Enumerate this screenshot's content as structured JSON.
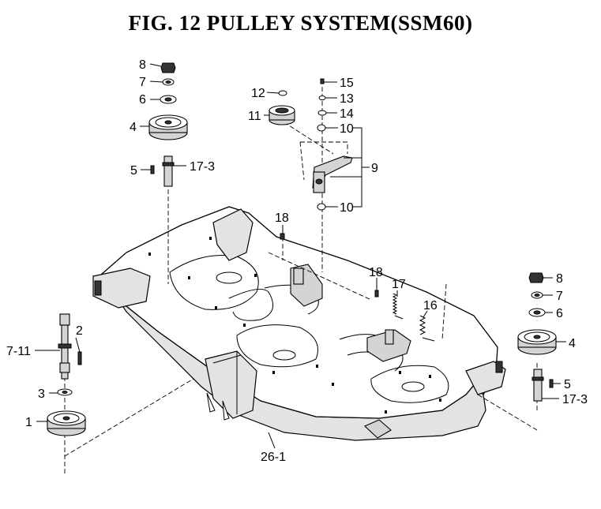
{
  "title": "FIG. 12  PULLEY SYSTEM(SSM60)",
  "callouts": {
    "c8a": "8",
    "c7a": "7",
    "c6a": "6",
    "c4a": "4",
    "c5a": "5",
    "c173a": "17-3",
    "c12": "12",
    "c11": "11",
    "c15": "15",
    "c13": "13",
    "c14": "14",
    "c10a": "10",
    "c9": "9",
    "c10b": "10",
    "c18a": "18",
    "c18b": "18",
    "c17": "17",
    "c16": "16",
    "c2": "2",
    "c711": "7-11",
    "c3": "3",
    "c1": "1",
    "c8b": "8",
    "c7b": "7",
    "c6b": "6",
    "c4b": "4",
    "c5b": "5",
    "c173b": "17-3",
    "c261": "26-1"
  }
}
